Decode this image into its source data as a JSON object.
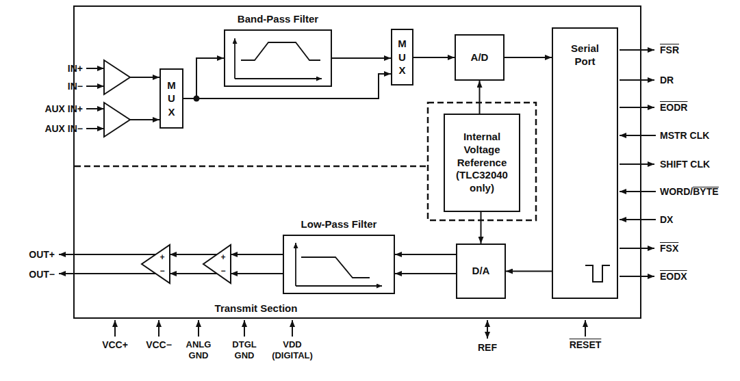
{
  "diagram": {
    "nodes": [
      {
        "text": [
          "Transmit Section"
        ]
      },
      {
        "text": [
          "M U X"
        ],
        "in": 0
      },
      {
        "text": [
          "Band-Pass Filter"
        ],
        "in": 0
      },
      {
        "text": [
          "M U X"
        ],
        "in": 0
      },
      {
        "text": [
          "A/D"
        ],
        "in": 0
      },
      {
        "text": [
          "Serial Port"
        ],
        "in": 0
      },
      {
        "text": [
          "Internal Voltage Reference (TLC32040 only)"
        ],
        "in": 0
      },
      {
        "text": [
          "Low-Pass Filter"
        ],
        "in": 0
      },
      {
        "text": [
          "D/A"
        ],
        "in": 0
      }
    ],
    "edges": [
      {
        "from": 1,
        "to": 2,
        "arrow": "to"
      },
      {
        "from": 1,
        "to": 3,
        "arrow": "to"
      },
      {
        "from": 2,
        "to": 3,
        "arrow": "to"
      },
      {
        "from": 3,
        "to": 4,
        "arrow": "to"
      },
      {
        "from": 4,
        "to": 5,
        "arrow": "to"
      },
      {
        "from": 6,
        "to": 4,
        "arrow": "to"
      },
      {
        "from": 6,
        "to": 8,
        "arrow": "to"
      },
      {
        "from": 5,
        "to": 8,
        "arrow": "to"
      },
      {
        "from": 8,
        "to": 7,
        "arrow": "to"
      },
      {
        "from": 8,
        "to": 7,
        "arrow": "to"
      }
    ],
    "labels": [
      "IN+",
      "IN−",
      "AUX IN+",
      "AUX IN−",
      "FSR",
      "DR",
      "EODR",
      "MSTR CLK",
      "SHIFT CLK",
      "WORD/BYTE",
      "DX",
      "FSX",
      "EODX",
      "OUT+",
      "OUT−",
      "+",
      "−",
      "+",
      "−",
      "VCC+",
      "VCC−",
      "ANLG GND",
      "DTGL GND",
      "VDD (DIGITAL)",
      "REF",
      "RESET"
    ]
  }
}
